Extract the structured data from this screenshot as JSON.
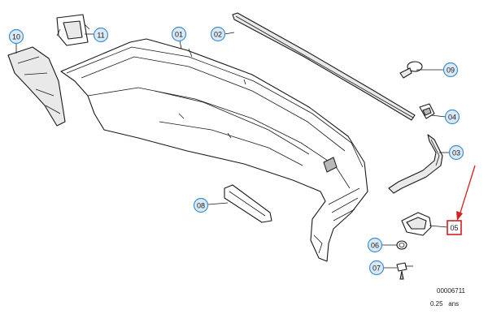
{
  "diagram": {
    "callouts": {
      "c01": "01",
      "c02": "02",
      "c03": "03",
      "c04": "04",
      "c05": "05",
      "c06": "06",
      "c07": "07",
      "c08": "08",
      "c09": "09",
      "c10": "10",
      "c11": "11"
    },
    "highlight_color": "#d42020",
    "callout_fill": "#dbe9f6",
    "callout_stroke": "#3b8fd1",
    "footer": {
      "drawing_number": "00006711",
      "scale_note": "0.25   ans"
    }
  }
}
